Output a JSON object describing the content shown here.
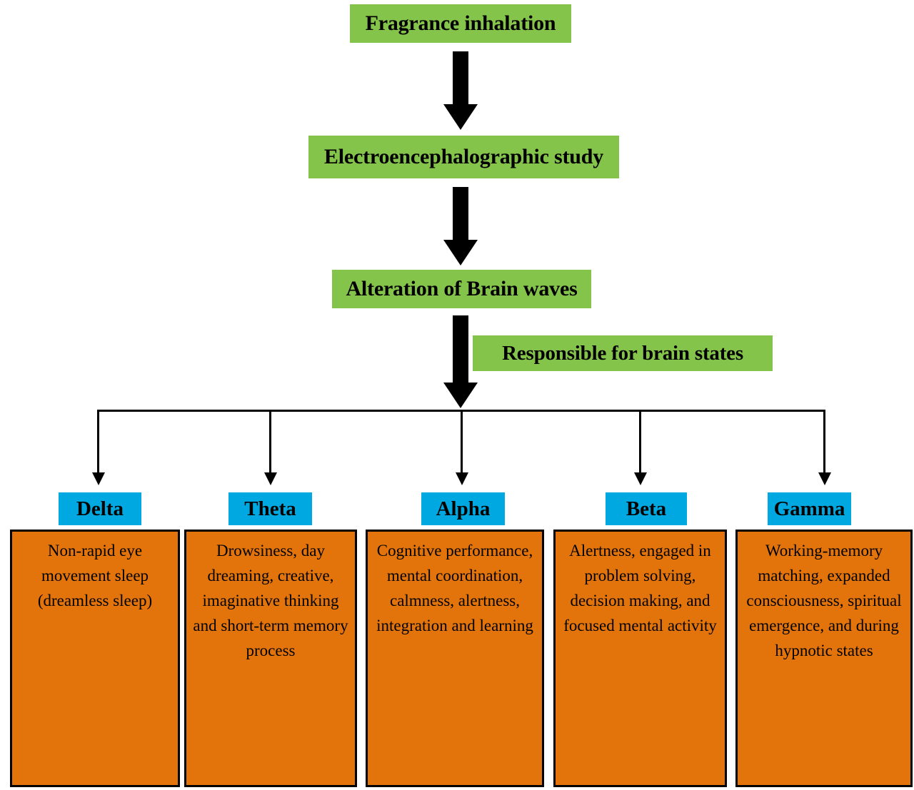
{
  "diagram": {
    "title": "Fragrance inhalation EEG brain wave flowchart",
    "colors": {
      "process_green": "#84C44A",
      "label_blue": "#00A8E1",
      "description_orange": "#E3740C",
      "line_black": "#000000",
      "background": "#FFFFFF"
    }
  },
  "process_steps": [
    {
      "id": "fragrance-inhalation",
      "label": "Fragrance inhalation"
    },
    {
      "id": "eeg-study",
      "label": "Electroencephalographic study"
    },
    {
      "id": "alteration-brain-waves",
      "label": "Alteration of Brain waves"
    },
    {
      "id": "responsible-brain-states",
      "label": "Responsible for brain states"
    }
  ],
  "waves": [
    {
      "id": "delta",
      "name": "Delta",
      "description": "Non-rapid eye movement sleep (dreamless sleep)"
    },
    {
      "id": "theta",
      "name": "Theta",
      "description": "Drowsiness, day dreaming, creative, imaginative thinking and short-term memory process"
    },
    {
      "id": "alpha",
      "name": "Alpha",
      "description": "Cognitive performance, mental coordination, calmness, alertness, integration and learning"
    },
    {
      "id": "beta",
      "name": "Beta",
      "description": "Alertness, engaged in problem solving, decision making, and focused mental activity"
    },
    {
      "id": "gamma",
      "name": "Gamma",
      "description": "Working-memory matching, expanded consciousness, spiritual emergence, and during hypnotic states"
    }
  ]
}
